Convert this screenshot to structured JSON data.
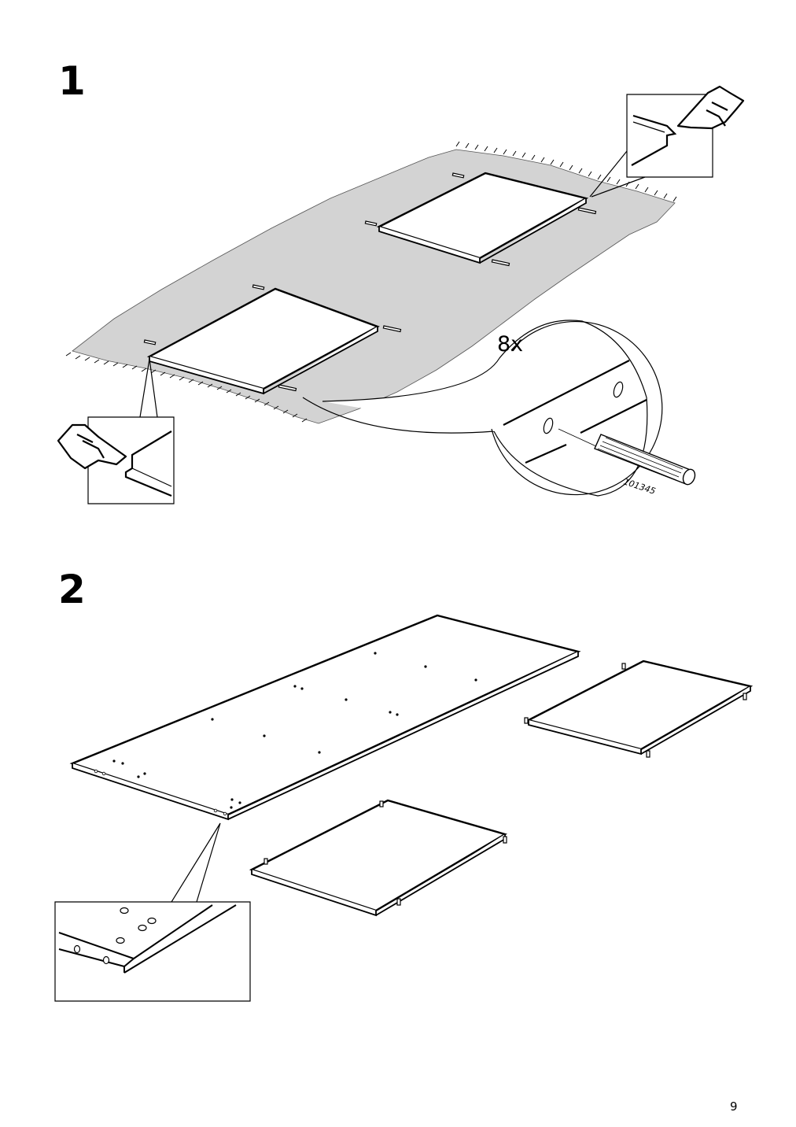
{
  "steps": [
    {
      "number": "1",
      "callout_quantity": "8x",
      "part_number": "101345"
    },
    {
      "number": "2"
    }
  ],
  "page_number": "9"
}
